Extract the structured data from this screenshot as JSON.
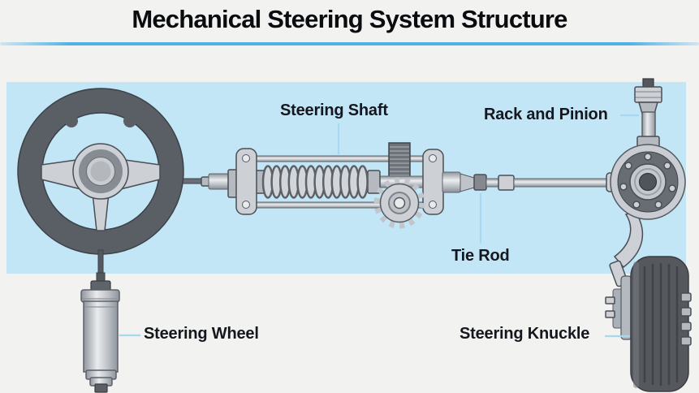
{
  "title": "Mechanical Steering System Structure",
  "diagram": {
    "labels": {
      "steering_shaft": "Steering Shaft",
      "rack_and_pinion": "Rack and Pinion",
      "tie_rod": "Tie Rod",
      "steering_wheel": "Steering Wheel",
      "steering_knuckle": "Steering Knuckle"
    },
    "colors": {
      "background": "#f2f2f0",
      "panel_blue": "#c3e6f7",
      "divider_blue": "#4fb2e6",
      "leader_line": "#a6d9ef",
      "label_text": "#15171e",
      "title_text": "#0b0c10",
      "metal_light": "#cdd1d6",
      "metal_mid": "#b5bac0",
      "metal_dark": "#878c93",
      "dark_part": "#55585d",
      "wheel_rim": "#5a5f66",
      "outline": "#4a4e55"
    }
  }
}
